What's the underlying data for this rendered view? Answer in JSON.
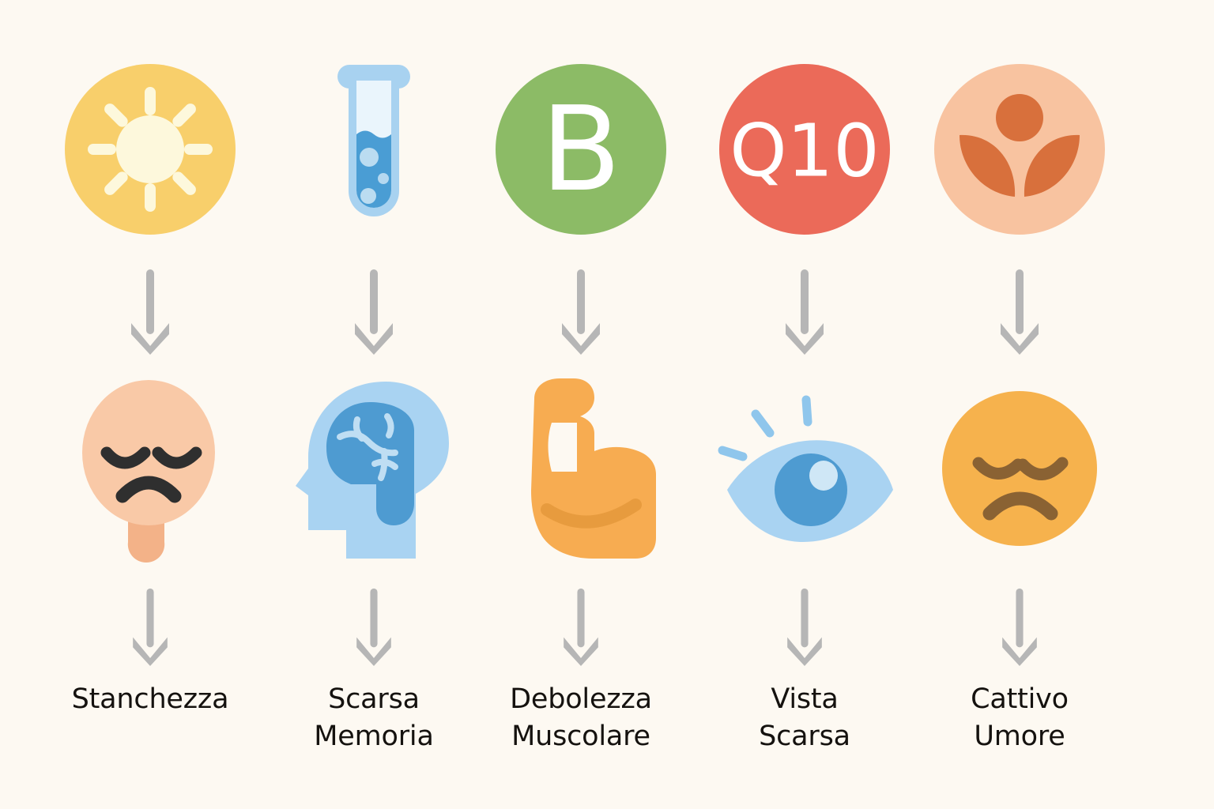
{
  "background_color": "#FDF9F2",
  "arrow_color": "#B6B6B6",
  "text_color": "#15120F",
  "columns": [
    {
      "nutrient": {
        "name": "vitamin-d-sun",
        "icon": "sun-icon",
        "badge_text": "",
        "circle_color": "#F8CF6B",
        "accent_color": "#FDF8DC"
      },
      "symptom": {
        "name": "tired-face",
        "icon": "tired-face-icon",
        "primary_color": "#F9C9A7",
        "accent_color": "#2F2F2F"
      },
      "label_lines": [
        "Stanchezza"
      ]
    },
    {
      "nutrient": {
        "name": "test-tube",
        "icon": "test-tube-icon",
        "badge_text": "",
        "circle_color": "#A8D2F0",
        "accent_color": "#4A9DD4"
      },
      "symptom": {
        "name": "brain-head",
        "icon": "brain-head-icon",
        "primary_color": "#A9D3F2",
        "accent_color": "#4E9BD1"
      },
      "label_lines": [
        "Scarsa",
        "Memoria"
      ]
    },
    {
      "nutrient": {
        "name": "vitamin-b",
        "icon": "letter-b-badge-icon",
        "badge_text": "B",
        "circle_color": "#8CBB66",
        "accent_color": "#FFFFFF"
      },
      "symptom": {
        "name": "flexed-bicep",
        "icon": "flexed-bicep-icon",
        "primary_color": "#F7AC51",
        "accent_color": "#E79B3E"
      },
      "label_lines": [
        "Debolezza",
        "Muscolare"
      ]
    },
    {
      "nutrient": {
        "name": "coenzyme-q10",
        "icon": "q10-badge-icon",
        "badge_text": "Q10",
        "circle_color": "#EB6A59",
        "accent_color": "#FFFFFF"
      },
      "symptom": {
        "name": "eye",
        "icon": "eye-icon",
        "primary_color": "#A9D3F2",
        "accent_color": "#4E9BD1"
      },
      "label_lines": [
        "Vista",
        "Scarsa"
      ]
    },
    {
      "nutrient": {
        "name": "plant-sprout",
        "icon": "plant-sprout-icon",
        "badge_text": "",
        "circle_color": "#F8C3A0",
        "accent_color": "#D8703C"
      },
      "symptom": {
        "name": "sad-face",
        "icon": "sad-face-icon",
        "primary_color": "#F6B24D",
        "accent_color": "#8A6233"
      },
      "label_lines": [
        "Cattivo",
        "Umore"
      ]
    }
  ]
}
